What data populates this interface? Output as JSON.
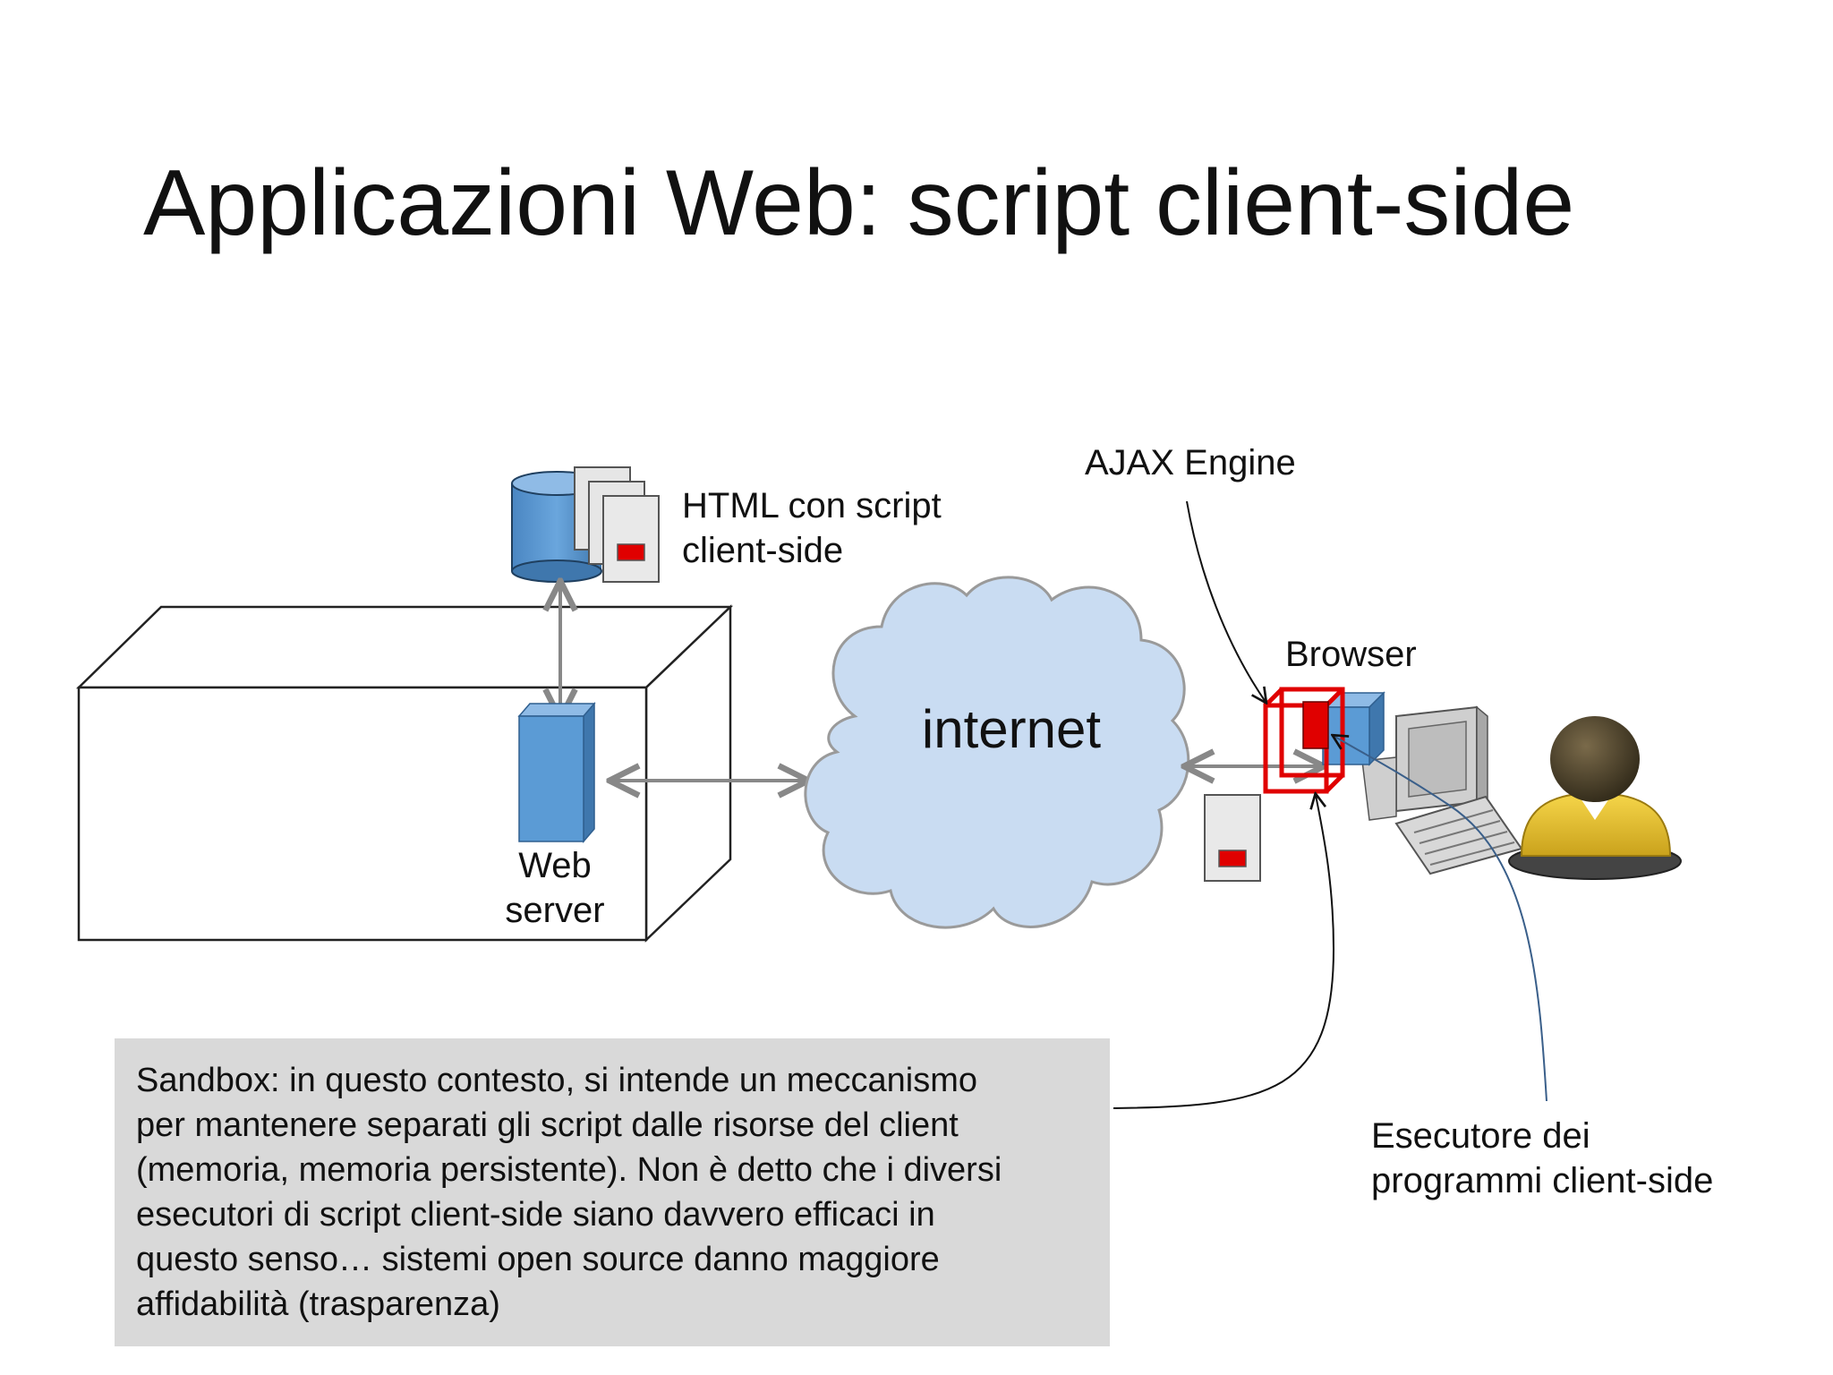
{
  "slide": {
    "title": "Applicazioni Web: script client-side"
  },
  "labels": {
    "web_server": [
      "Web",
      "server"
    ],
    "html_docs": [
      "HTML con script",
      "client-side"
    ],
    "internet": "internet",
    "ajax_engine": "AJAX Engine",
    "browser": "Browser",
    "esecutore": [
      "Esecutore dei",
      "programmi client-side"
    ]
  },
  "sandbox": {
    "lines": [
      "Sandbox: in questo contesto, si intende un meccanismo",
      "per mantenere separati gli script dalle risorse del client",
      "(memoria, memoria persistente). Non è detto che i diversi",
      "esecutori di script client-side siano davvero efficaci in",
      "questo senso… sistemi open source danno maggiore",
      "affidabilità (trasparenza)"
    ]
  },
  "colors": {
    "server_blue": "#5b9bd5",
    "cloud_fill": "#c9dcf2",
    "highlight_red": "#e00000",
    "note_bg": "#d9d9d9"
  },
  "icons": [
    "database-icon",
    "document-icon",
    "server-icon",
    "cloud-icon",
    "computer-icon",
    "user-icon"
  ]
}
